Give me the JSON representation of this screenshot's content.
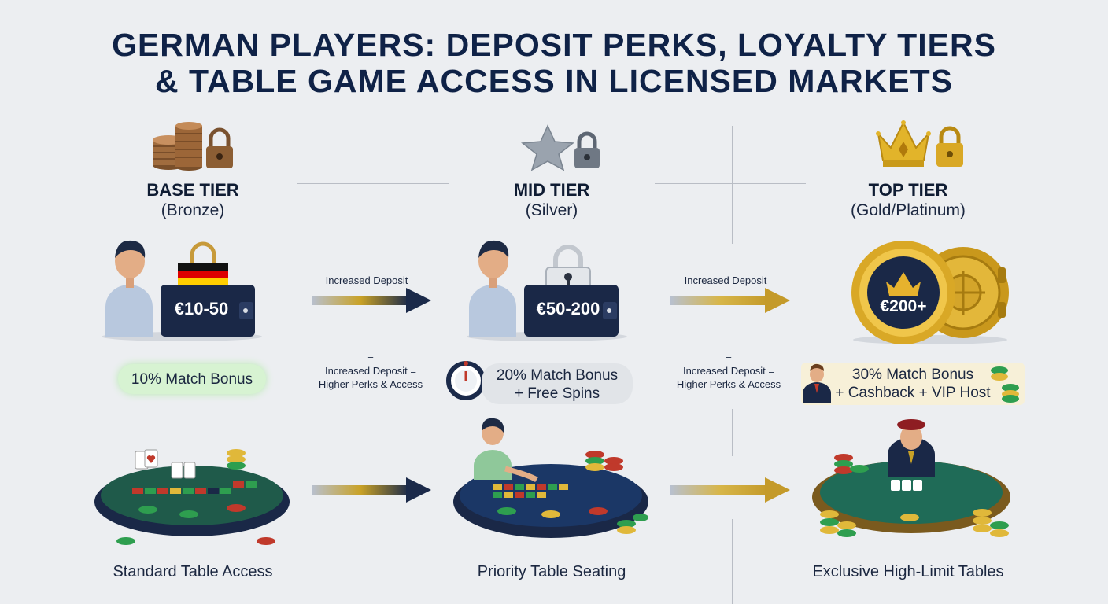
{
  "title": {
    "line1": "GERMAN PLAYERS: DEPOSIT PERKS, LOYALTY TIERS",
    "line2": "& TABLE GAME ACCESS IN LICENSED MARKETS"
  },
  "tiers": [
    {
      "name": "BASE TIER",
      "sub": "(Bronze)",
      "deposit": "€10-50",
      "bonus_line1": "10% Match Bonus",
      "bonus_line2": "",
      "caption": "Standard Table Access",
      "icon": "coins-lock-icon",
      "color": "#9a6a3c"
    },
    {
      "name": "MID TIER",
      "sub": "(Silver)",
      "deposit": "€50-200",
      "bonus_line1": "20% Match Bonus",
      "bonus_line2": "+ Free Spins",
      "caption": "Priority Table Seating",
      "icon": "star-lock-icon",
      "color": "#9aa3ae"
    },
    {
      "name": "TOP TIER",
      "sub": "(Gold/Platinum)",
      "deposit": "€200+",
      "bonus_line1": "30% Match Bonus",
      "bonus_line2": "+ Cashback + VIP Host",
      "caption": "Exclusive High-Limit Tables",
      "icon": "crown-lock-icon",
      "color": "#d4a017"
    }
  ],
  "arrows": [
    {
      "label": "Increased Deposit",
      "eq": "=",
      "note_line1": "Increased Deposit =",
      "note_line2": "Higher Perks & Access"
    },
    {
      "label": "Increased Deposit",
      "eq": "=",
      "note_line1": "Increased Deposit =",
      "note_line2": "Higher Perks & Access"
    }
  ],
  "colors": {
    "navy": "#1b2a4a",
    "gold": "#c9a227",
    "felt": "#1f5a4a",
    "background": "#eceef1"
  }
}
